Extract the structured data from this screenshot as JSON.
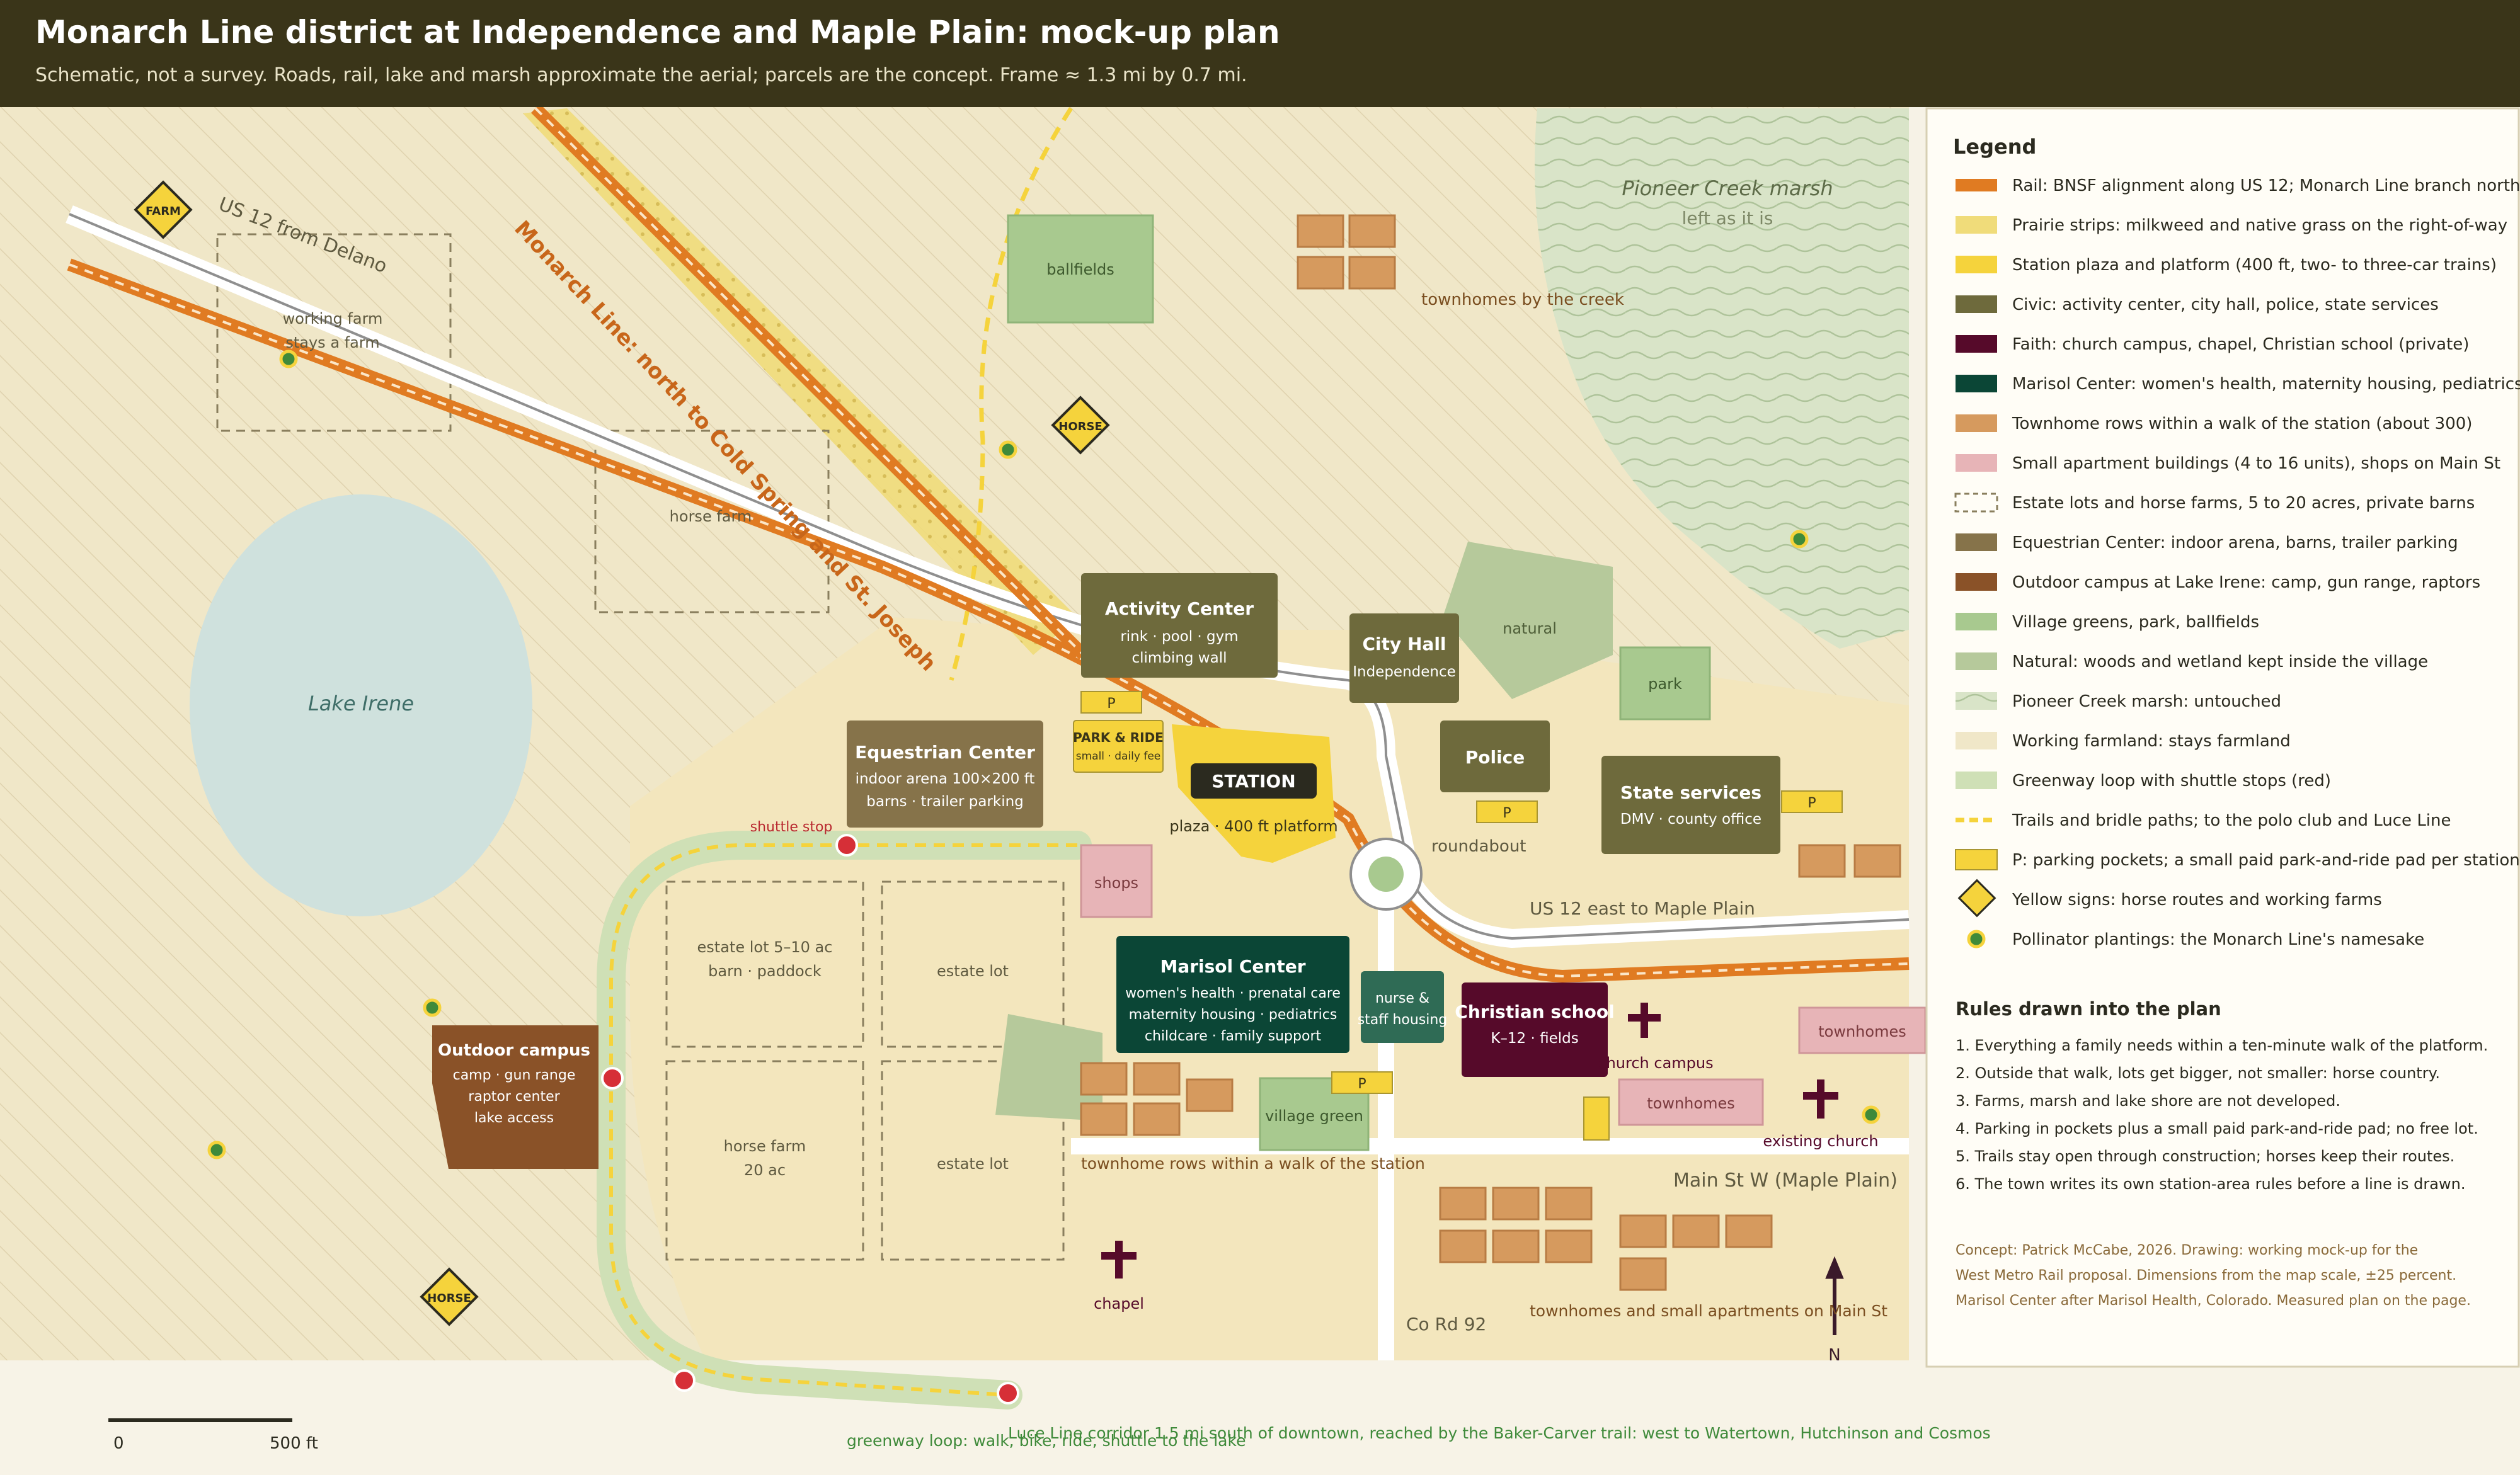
{
  "header": {
    "title": "Monarch Line district at Independence and Maple Plain: mock-up plan",
    "subtitle": "Schematic, not a survey. Roads, rail, lake and marsh approximate the aerial; parcels are the concept. Frame ≈ 1.3 mi by 0.7 mi."
  },
  "map": {
    "road_us12_west": "US 12 from Delano",
    "road_us12_east": "US 12 east to Maple Plain",
    "main_st": "Main St W (Maple Plain)",
    "co_rd": "Co Rd 92",
    "monarch_line": "Monarch Line: north to Cold Spring and St. Joseph",
    "lake": "Lake Irene",
    "marsh": "Pioneer Creek marsh",
    "marsh_sub": "left as it is",
    "working_farm_1": "working farm",
    "working_farm_2": "stays a farm",
    "horse_farm_top": "horse farm",
    "ballfields": "ballfields",
    "townhomes_creek": "townhomes by the creek",
    "natural": "natural",
    "park": "park",
    "activity_center": {
      "title": "Activity Center",
      "line1": "rink · pool · gym",
      "line2": "climbing wall"
    },
    "city_hall": {
      "title": "City Hall",
      "line1": "Independence"
    },
    "police": {
      "title": "Police"
    },
    "state_services": {
      "title": "State services",
      "line1": "DMV · county office"
    },
    "equestrian": {
      "title": "Equestrian Center",
      "line1": "indoor arena 100×200 ft",
      "line2": "barns · trailer parking"
    },
    "park_ride": {
      "title": "PARK & RIDE",
      "line1": "small · daily fee"
    },
    "station": "STATION",
    "plaza": "plaza · 400 ft platform",
    "roundabout": "roundabout",
    "parking_p": "P",
    "shuttle_stop": "shuttle stop",
    "shops": "shops",
    "estate_lot_1": "estate lot 5–10 ac",
    "estate_lot_1b": "barn · paddock",
    "estate_lot": "estate lot",
    "horse_farm_20_1": "horse farm",
    "horse_farm_20_2": "20 ac",
    "marisol": {
      "title": "Marisol Center",
      "line1": "women's health · prenatal care",
      "line2": "maternity housing · pediatrics",
      "line3": "childcare · family support"
    },
    "nurse_1": "nurse &",
    "nurse_2": "staff housing",
    "christian": {
      "title": "Christian school",
      "line1": "K–12 · fields"
    },
    "church_campus": "church campus",
    "townhomes": "townhomes",
    "existing_church": "existing church",
    "village_green": "village green",
    "townhome_rows": "townhome rows within a walk of the station",
    "outdoor": {
      "title": "Outdoor campus",
      "line1": "camp · gun range",
      "line2": "raptor center",
      "line3": "lake access"
    },
    "chapel": "chapel",
    "townhomes_apts": "townhomes and small apartments on Main St",
    "north": "N",
    "sign_farm": "FARM",
    "sign_horse": "HORSE",
    "scale_0": "0",
    "scale_500": "500 ft",
    "greenway_note": "greenway loop: walk, bike, ride, shuttle to the lake",
    "luce_note": "Luce Line corridor 1.5 mi south of downtown, reached by the Baker-Carver trail: west to Watertown, Hutchinson and Cosmos"
  },
  "legend": {
    "title": "Legend",
    "items": [
      {
        "label": "Rail: BNSF alignment along US 12; Monarch Line branch north",
        "swatch": "rail"
      },
      {
        "label": "Prairie strips: milkweed and native grass on the right-of-way",
        "swatch": "prairie"
      },
      {
        "label": "Station plaza and platform (400 ft, two- to three-car trains)",
        "swatch": "station"
      },
      {
        "label": "Civic: activity center, city hall, police, state services",
        "swatch": "civic"
      },
      {
        "label": "Faith: church campus, chapel, Christian school (private)",
        "swatch": "faith"
      },
      {
        "label": "Marisol Center: women's health, maternity housing, pediatrics",
        "swatch": "marisol"
      },
      {
        "label": "Townhome rows within a walk of the station (about 300)",
        "swatch": "townhome"
      },
      {
        "label": "Small apartment buildings (4 to 16 units), shops on Main St",
        "swatch": "apt"
      },
      {
        "label": "Estate lots and horse farms, 5 to 20 acres, private barns",
        "swatch": "estate"
      },
      {
        "label": "Equestrian Center: indoor arena, barns, trailer parking",
        "swatch": "equestrian"
      },
      {
        "label": "Outdoor campus at Lake Irene: camp, gun range, raptors",
        "swatch": "outdoor"
      },
      {
        "label": "Village greens, park, ballfields",
        "swatch": "green"
      },
      {
        "label": "Natural: woods and wetland kept inside the village",
        "swatch": "natural"
      },
      {
        "label": "Pioneer Creek marsh: untouched",
        "swatch": "marsh"
      },
      {
        "label": "Working farmland: stays farmland",
        "swatch": "farm"
      },
      {
        "label": "Greenway loop with shuttle stops (red)",
        "swatch": "greenway"
      },
      {
        "label": "Trails and bridle paths; to the polo club and Luce Line",
        "swatch": "trail"
      },
      {
        "label": "P: parking pockets; a small paid park-and-ride pad per station",
        "swatch": "parking"
      },
      {
        "label": "Yellow signs: horse routes and working farms",
        "swatch": "sign"
      },
      {
        "label": "Pollinator plantings: the Monarch Line's namesake",
        "swatch": "pollinator"
      }
    ],
    "rules_title": "Rules drawn into the plan",
    "rules": [
      "1. Everything a family needs within a ten-minute walk of the platform.",
      "2. Outside that walk, lots get bigger, not smaller: horse country.",
      "3. Farms, marsh and lake shore are not developed.",
      "4. Parking in pockets plus a small paid park-and-ride pad; no free lot.",
      "5. Trails stay open through construction; horses keep their routes.",
      "6. The town writes its own station-area rules before a line is drawn."
    ],
    "credits": [
      "Concept: Patrick McCabe, 2026. Drawing: working mock-up for the",
      "West Metro Rail proposal. Dimensions from the map scale, ±25 percent.",
      "Marisol Center after Marisol Health, Colorado. Measured plan on the page."
    ]
  },
  "colors": {
    "rail": "#e07b22",
    "prairie": "#f0dc7a",
    "station": "#f5d33c",
    "civic": "#6e6a3c",
    "faith": "#560a2a",
    "marisol": "#0b4636",
    "townhome": "#d69a5e",
    "apt": "#e7b4b7",
    "equestrian": "#86734a",
    "outdoor": "#8a5228",
    "green": "#a8c98f",
    "natural": "#b6c99b",
    "marsh": "#d9e4c8",
    "farm": "#f0e7c8",
    "greenway": "#cfe0b6",
    "trail": "#f5d33c",
    "sign": "#f5d33c",
    "pollinator": "#3f8a3a",
    "header": "#3a3519"
  }
}
